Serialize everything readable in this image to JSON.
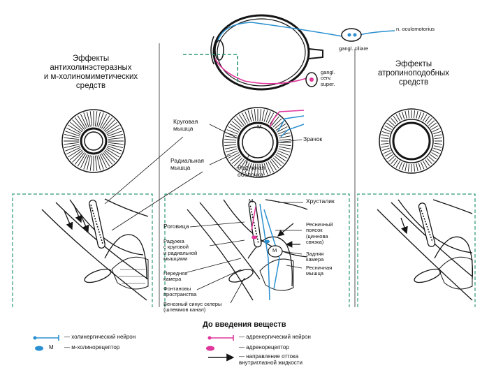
{
  "left_title": "Эффекты\nантихолинэстеразных\nи м-холиномиметических\nсредств",
  "right_title": "Эффекты\nатропиноподобных\nсредств",
  "top_labels": {
    "oculomotor": "n. oculomotorius",
    "ciliary_ganglion": "gangl. ciliare",
    "cervical_ganglion": "gangl.\ncerv.\nsuper."
  },
  "iris_labels": {
    "circular_muscle": "Круговая\nмышца",
    "radial_muscle": "Радиальная\nмышца",
    "pupil": "Зрачок",
    "iris": "Радужная\nоболочка",
    "m": "М"
  },
  "section_labels": {
    "lens": "Хрусталик",
    "cornea": "Роговица",
    "iris_muscles": "Радужка\nс круговой\nи радиальной\nмышцами",
    "anterior_chamber": "Передняя\nкамера",
    "fontana_spaces": "Фонтановы\nпространства",
    "venous_sinus": "Венозный синус склеры\n(шлеммов канал)",
    "ciliary_zonule": "Ресничный\nпоясок\n(циннова\nсвязка)",
    "posterior_chamber": "Задняя\nкамера",
    "ciliary_muscle": "Ресничная\nмышца",
    "m_top": "М",
    "m_mid": "М"
  },
  "caption": "До введения веществ",
  "legend": {
    "cholinergic_neuron": "— холинергический нейрон",
    "m_receptor": "— м-холинорецептор",
    "m_symbol": "М",
    "adrenergic_neuron": "— адренергический нейрон",
    "adrenoreceptor": "— адренорецептор",
    "outflow_direction": "— направление оттока\nвнутриглазной жидкости"
  },
  "colors": {
    "cholinergic": "#2a8fd0",
    "adrenergic": "#e0359a",
    "guide": "#2e9a73",
    "ink": "#151515"
  }
}
